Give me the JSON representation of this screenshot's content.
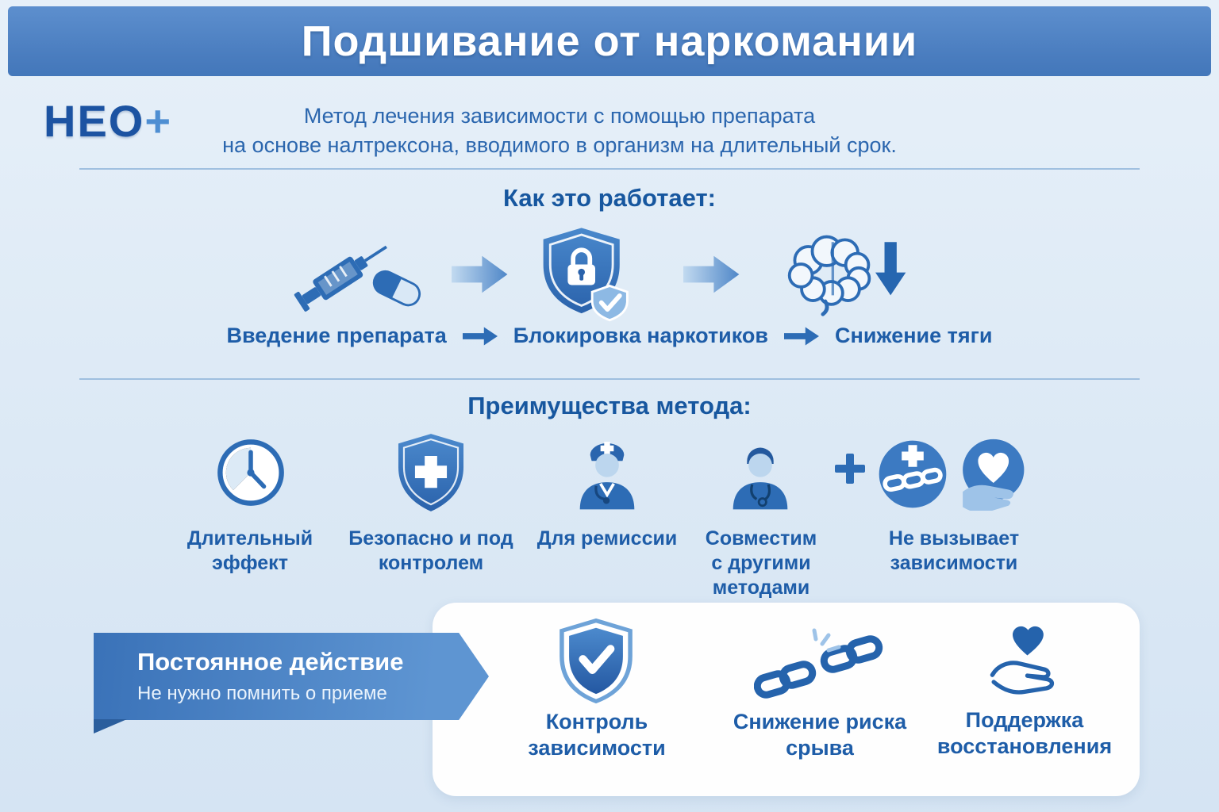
{
  "colors": {
    "header_bg": "#4a7dbf",
    "accent_blue": "#2d6cb5",
    "text_blue": "#1e5da8",
    "light_bg": "#dce9f5",
    "panel_bg": "#fefefe"
  },
  "header": {
    "title": "Подшивание от наркомании"
  },
  "intro": {
    "logo_text": "НЕО",
    "logo_plus": "+",
    "description_line1": "Метод лечения зависимости с помощью препарата",
    "description_line2": "на основе налтрексона, вводимого в организм на длительный срок."
  },
  "how_it_works": {
    "heading": "Как это работает:",
    "steps": [
      {
        "label": "Введение препарата",
        "icon": "syringe-pill-icon"
      },
      {
        "label": "Блокировка наркотиков",
        "icon": "shield-lock-icon"
      },
      {
        "label": "Снижение тяги",
        "icon": "brain-down-arrow-icon"
      }
    ]
  },
  "benefits": {
    "heading": "Преимущества метода:",
    "items": [
      {
        "label": "Длительный эффект",
        "icon": "clock-icon"
      },
      {
        "label": "Безопасно и под контролем",
        "icon": "shield-cross-icon"
      },
      {
        "label": "Для ремиссии",
        "icon": "doctor-icon"
      },
      {
        "label": "Совместим с другими методами",
        "icon": "medic-stethoscope-icon"
      },
      {
        "label": "Не вызывает зависимости",
        "icon": "chain-cross-circle-and-heart-hand-circle-icon"
      }
    ]
  },
  "highlight": {
    "ribbon_title": "Постоянное действие",
    "ribbon_subtitle": "Не нужно помнить о приеме",
    "features": [
      {
        "label": "Контроль зависимости",
        "icon": "shield-check-icon"
      },
      {
        "label": "Снижение риска срыва",
        "icon": "broken-chain-icon"
      },
      {
        "label": "Поддержка восстановления",
        "icon": "hand-heart-icon"
      }
    ]
  }
}
